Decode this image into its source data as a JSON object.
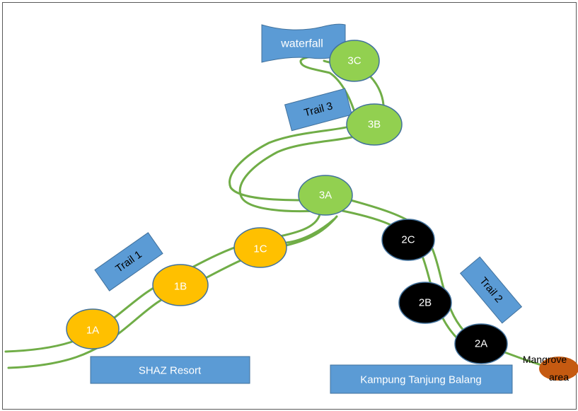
{
  "labels": {
    "waterfall": "waterfall",
    "trail_1": "Trail 1",
    "trail_2": "Trail 2",
    "trail_3": "Trail 3",
    "shaz_resort": "SHAZ Resort",
    "kampung": "Kampung Tanjung Balang",
    "mangrove_line1": "Mangrove",
    "mangrove_line2": "area"
  },
  "nodes": {
    "n1a": "1A",
    "n1b": "1B",
    "n1c": "1C",
    "n2a": "2A",
    "n2b": "2B",
    "n2c": "2C",
    "n3a": "3A",
    "n3b": "3B",
    "n3c": "3C"
  },
  "colors": {
    "trail_1": "#ffc000",
    "trail_2": "#000000",
    "trail_3": "#92d050",
    "path": "#70ad47",
    "box": "#5b9bd5",
    "mangrove": "#c55a11"
  }
}
